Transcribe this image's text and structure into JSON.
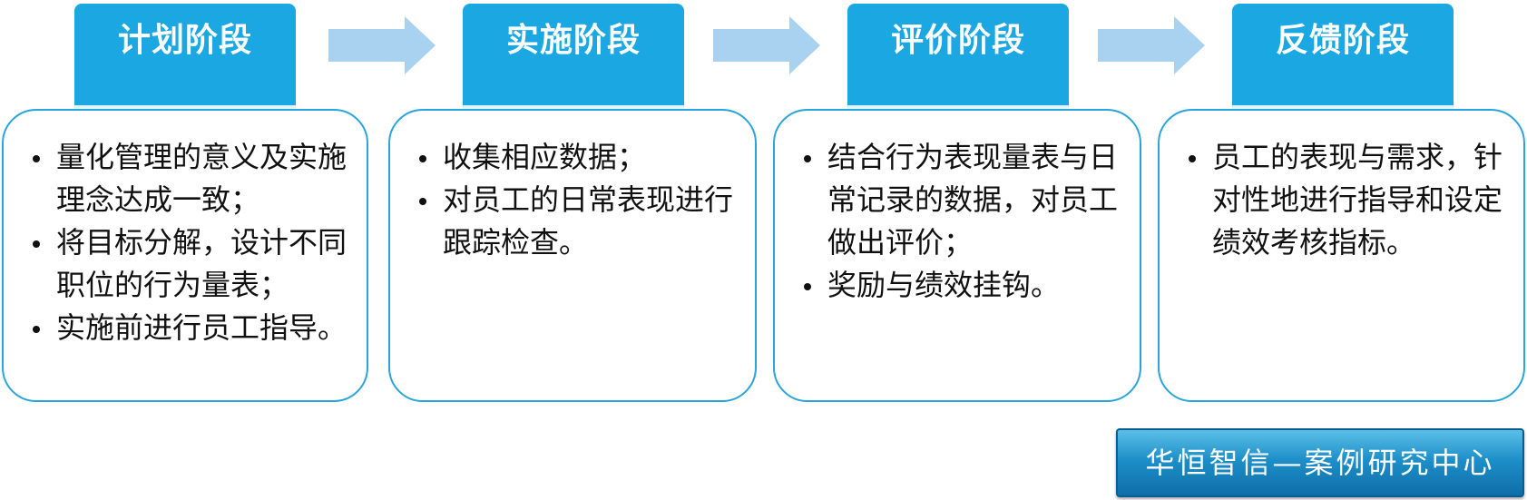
{
  "stages": [
    {
      "title": "计划阶段",
      "items": [
        "量化管理的意义及实施理念达成一致；",
        "将目标分解，设计不同职位的行为量表；",
        "实施前进行员工指导。"
      ]
    },
    {
      "title": "实施阶段",
      "items": [
        "收集相应数据；",
        "对员工的日常表现进行跟踪检查。"
      ]
    },
    {
      "title": "评价阶段",
      "items": [
        "结合行为表现量表与日常记录的数据，对员工做出评价；",
        "奖励与绩效挂钩。"
      ]
    },
    {
      "title": "反馈阶段",
      "items": [
        "员工的表现与需求，针对性地进行指导和设定绩效考核指标。"
      ]
    }
  ],
  "footer": {
    "label": "华恒智信—案例研究中心"
  },
  "colors": {
    "tab": "#1aa7e2",
    "card_border": "#2aa5dc",
    "arrow": "#a9d2f0",
    "banner": "#1d8fc9"
  }
}
